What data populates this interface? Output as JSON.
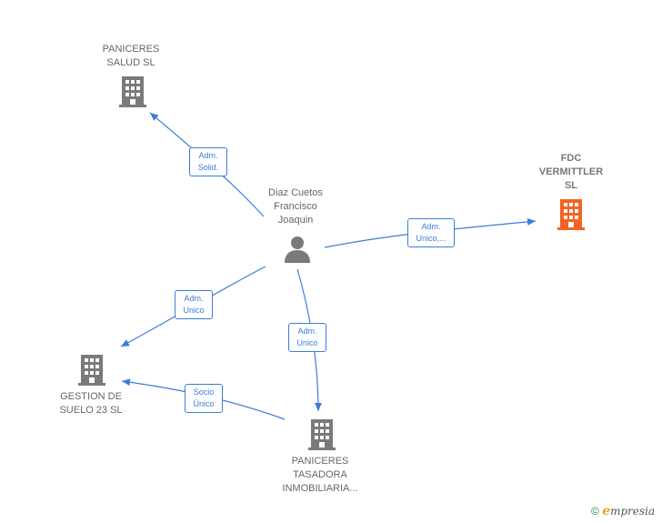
{
  "nodes": {
    "paniceres_salud": {
      "label": "PANICERES\nSALUD  SL",
      "icon": "building-icon",
      "color": "#7a7a7a"
    },
    "fdc_vermittler": {
      "label": "FDC\nVERMITTLER\nSL",
      "icon": "building-icon",
      "color": "#f26522"
    },
    "diaz_cuetos": {
      "label": "Diaz Cuetos\nFrancisco\nJoaquin",
      "icon": "person-icon",
      "color": "#7a7a7a"
    },
    "gestion_suelo": {
      "label": "GESTION DE\nSUELO 23  SL",
      "icon": "building-icon",
      "color": "#7a7a7a"
    },
    "paniceres_tasadora": {
      "label": "PANICERES\nTASADORA\nINMOBILIARIA...",
      "icon": "building-icon",
      "color": "#7a7a7a"
    }
  },
  "edges": [
    {
      "id": "e1",
      "label": "Adm.\nSolid."
    },
    {
      "id": "e2",
      "label": "Adm.\nUnico,..."
    },
    {
      "id": "e3",
      "label": "Adm.\nUnico"
    },
    {
      "id": "e4",
      "label": "Adm.\nUnico"
    },
    {
      "id": "e5",
      "label": "Socio\nÚnico"
    }
  ],
  "footer": {
    "copyright": "©",
    "brand": "mpresia",
    "brand_initial": "e"
  },
  "colors": {
    "edge": "#3b7dd8",
    "node": "#7a7a7a",
    "highlight": "#f26522"
  }
}
